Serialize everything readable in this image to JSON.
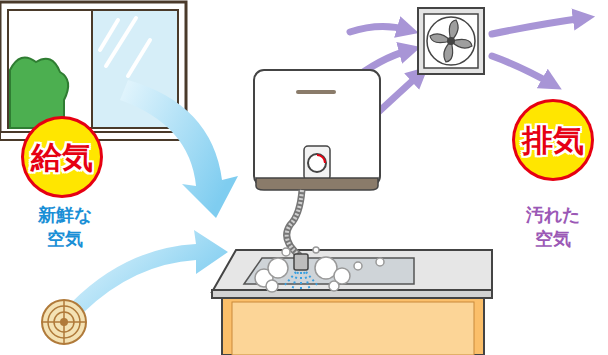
{
  "diagram": {
    "nodes": [
      {
        "text": [
          "給気"
        ]
      },
      {
        "text": [
          "排気"
        ]
      }
    ],
    "labels": [
      "新鮮な 空気",
      "汚れた 空気"
    ]
  }
}
